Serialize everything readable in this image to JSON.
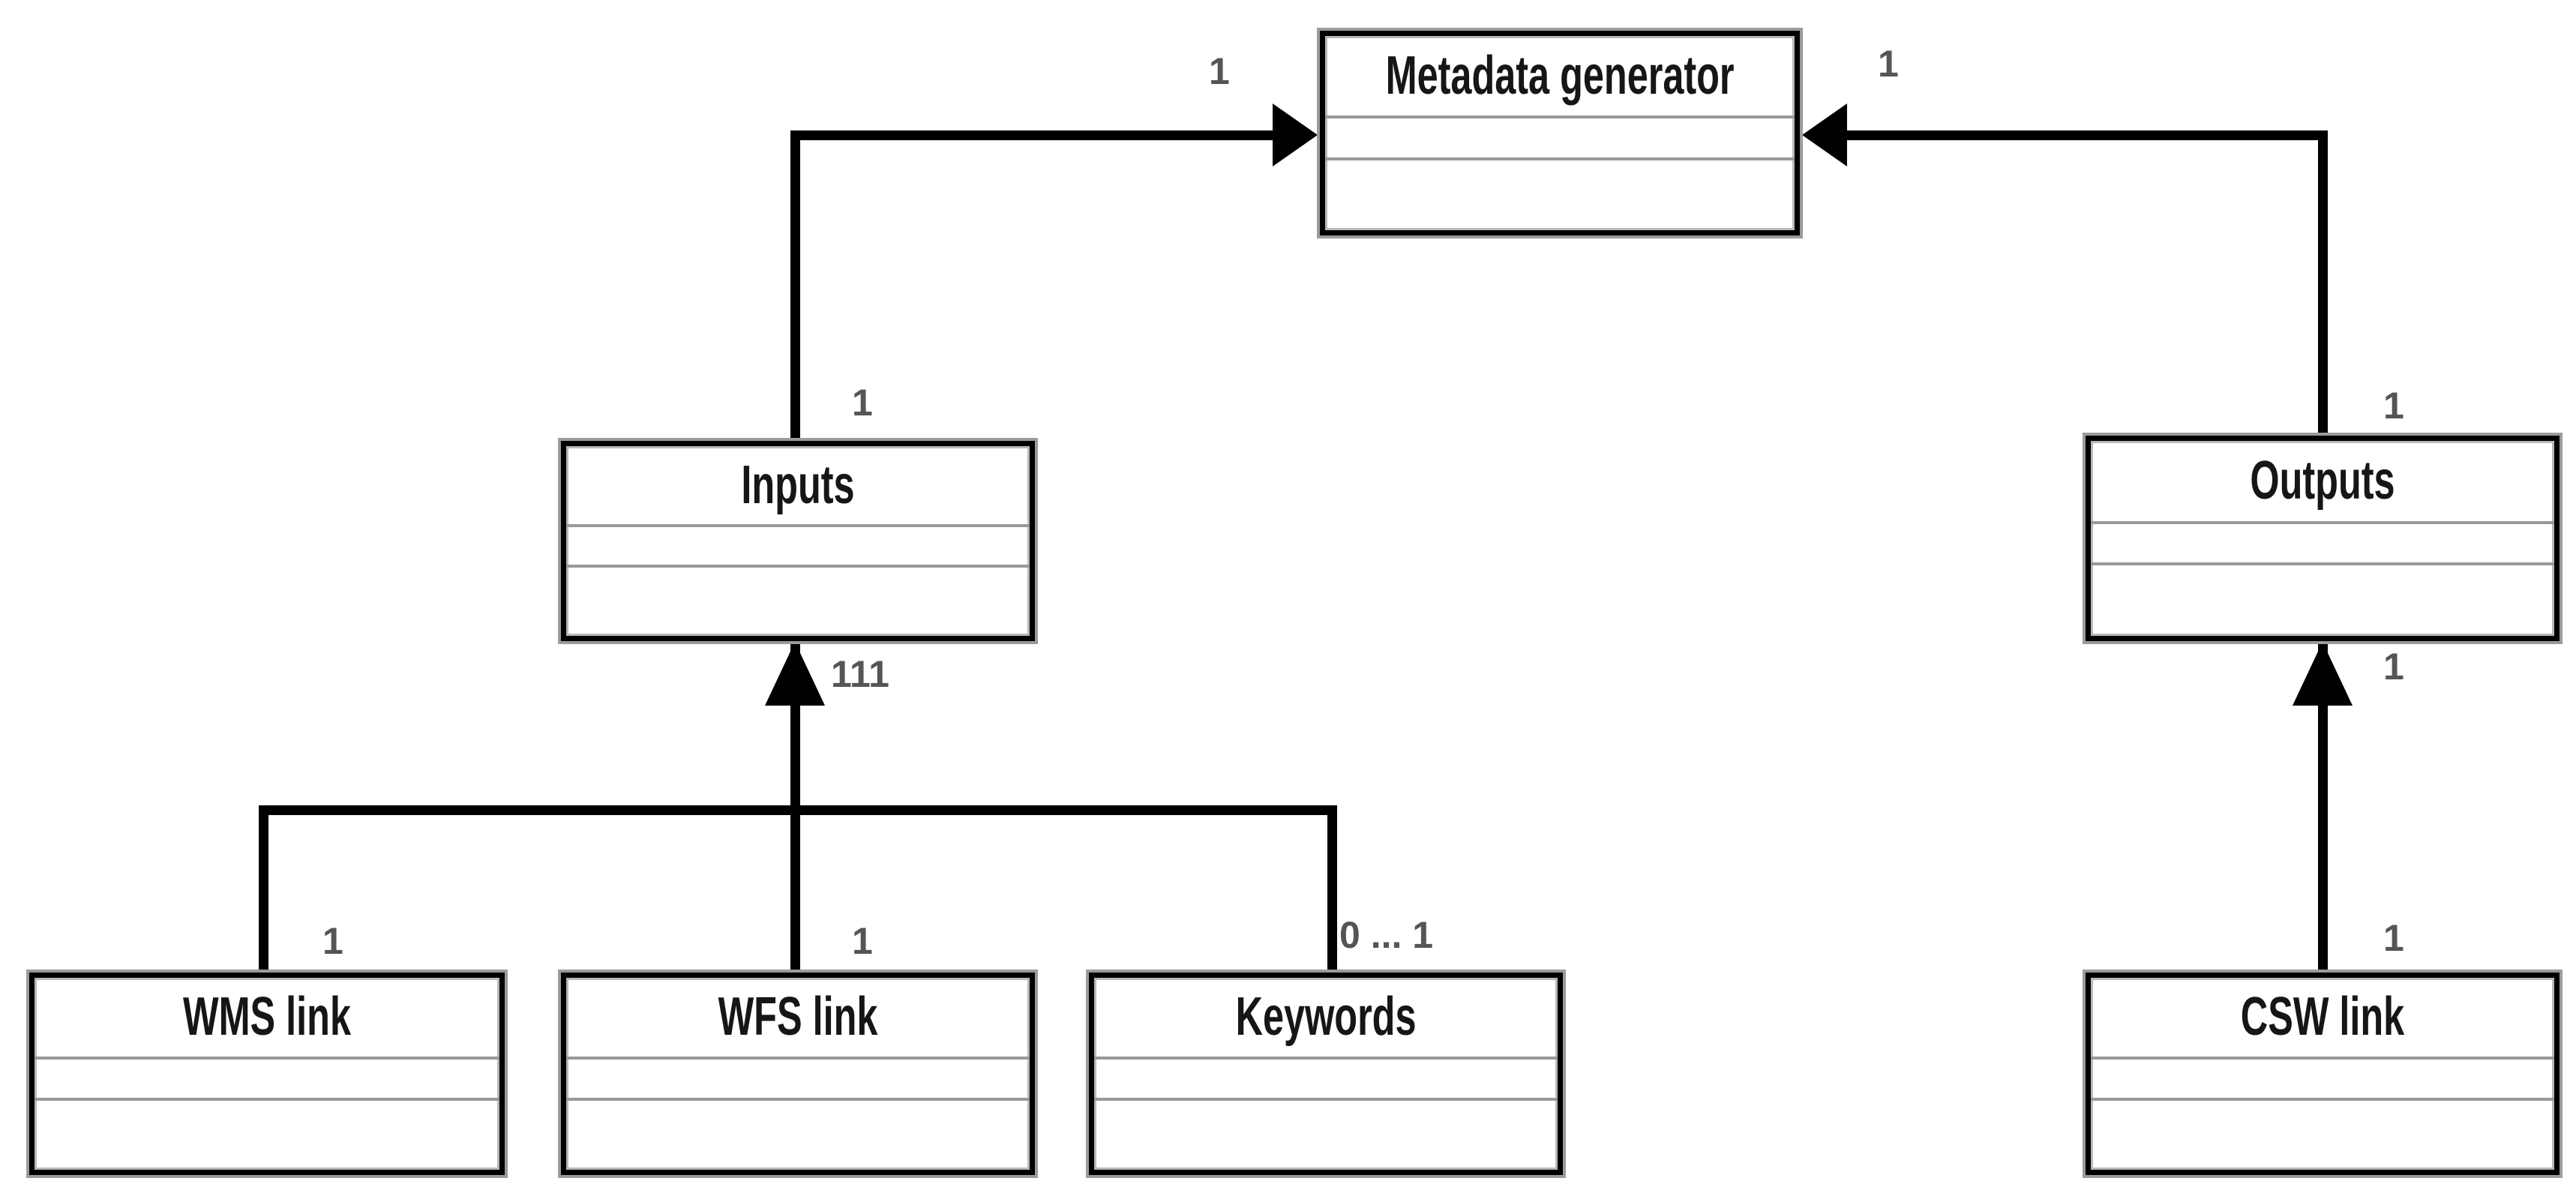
{
  "diagram": {
    "type": "uml-class-diagram",
    "classes": [
      {
        "title": "Metadata generator"
      },
      {
        "title": "Inputs"
      },
      {
        "title": "Outputs"
      },
      {
        "title": "WMS link"
      },
      {
        "title": "WFS link"
      },
      {
        "title": "Keywords"
      },
      {
        "title": "CSW link"
      }
    ],
    "multiplicity_labels": [
      {
        "name": "inputs-to-metadata-near-metadata",
        "text": "1"
      },
      {
        "name": "inputs-to-metadata-near-inputs",
        "text": "1"
      },
      {
        "name": "outputs-to-metadata-near-metadata",
        "text": "1"
      },
      {
        "name": "outputs-to-metadata-near-outputs",
        "text": "1"
      },
      {
        "name": "children-to-inputs-near-inputs",
        "text": "111"
      },
      {
        "name": "wms-link-to-inputs-near-wms",
        "text": "1"
      },
      {
        "name": "wfs-link-to-inputs-near-wfs",
        "text": "1"
      },
      {
        "name": "keywords-to-inputs-near-keywords",
        "text": "0 ... 1"
      },
      {
        "name": "csw-link-to-outputs-near-outputs",
        "text": "1"
      },
      {
        "name": "csw-link-to-outputs-near-csw",
        "text": "1"
      }
    ],
    "edges": [
      {
        "from": "Inputs",
        "to": "Metadata generator",
        "style": "orthogonal, solid arrowhead into left edge"
      },
      {
        "from": "Outputs",
        "to": "Metadata generator",
        "style": "orthogonal, solid arrowhead into right edge"
      },
      {
        "from": "WMS link",
        "to": "Inputs",
        "style": "orthogonal via shared bus, solid arrowhead into bottom edge"
      },
      {
        "from": "WFS link",
        "to": "Inputs",
        "style": "orthogonal via shared bus, solid arrowhead into bottom edge"
      },
      {
        "from": "Keywords",
        "to": "Inputs",
        "style": "orthogonal via shared bus, solid arrowhead into bottom edge"
      },
      {
        "from": "CSW link",
        "to": "Outputs",
        "style": "straight, solid arrowhead into bottom edge"
      }
    ],
    "colors": {
      "line": "#000000",
      "box_border": "#000000",
      "box_fringe": "#9b9b9b",
      "divider": "#999999",
      "label_text": "#555555",
      "title_text": "#161616",
      "background": "#ffffff"
    }
  }
}
